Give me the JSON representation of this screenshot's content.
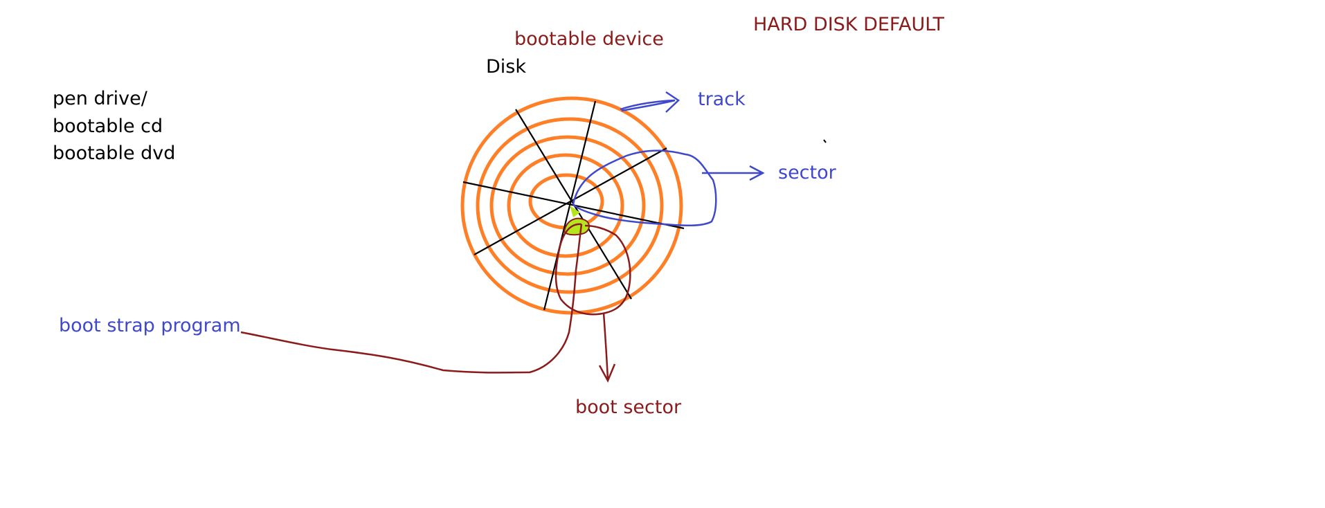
{
  "labels": {
    "hard_disk_default": "HARD DISK DEFAULT",
    "bootable_device": "bootable device",
    "disk": "Disk",
    "device_line_1": "pen drive/",
    "device_line_2": "bootable cd",
    "device_line_3": "bootable dvd",
    "track": "track",
    "sector": "sector",
    "boot_strap_program": "boot strap program",
    "boot_sector": "boot sector"
  },
  "colors": {
    "track_rings": "#ff7f27",
    "sector_lines": "#000000",
    "maroon_annotation": "#8b1a1a",
    "blue_annotation": "#3f48cc",
    "boot_sector_fill": "#b5e61d"
  },
  "disk": {
    "track_count": 5,
    "sector_line_count": 4
  }
}
